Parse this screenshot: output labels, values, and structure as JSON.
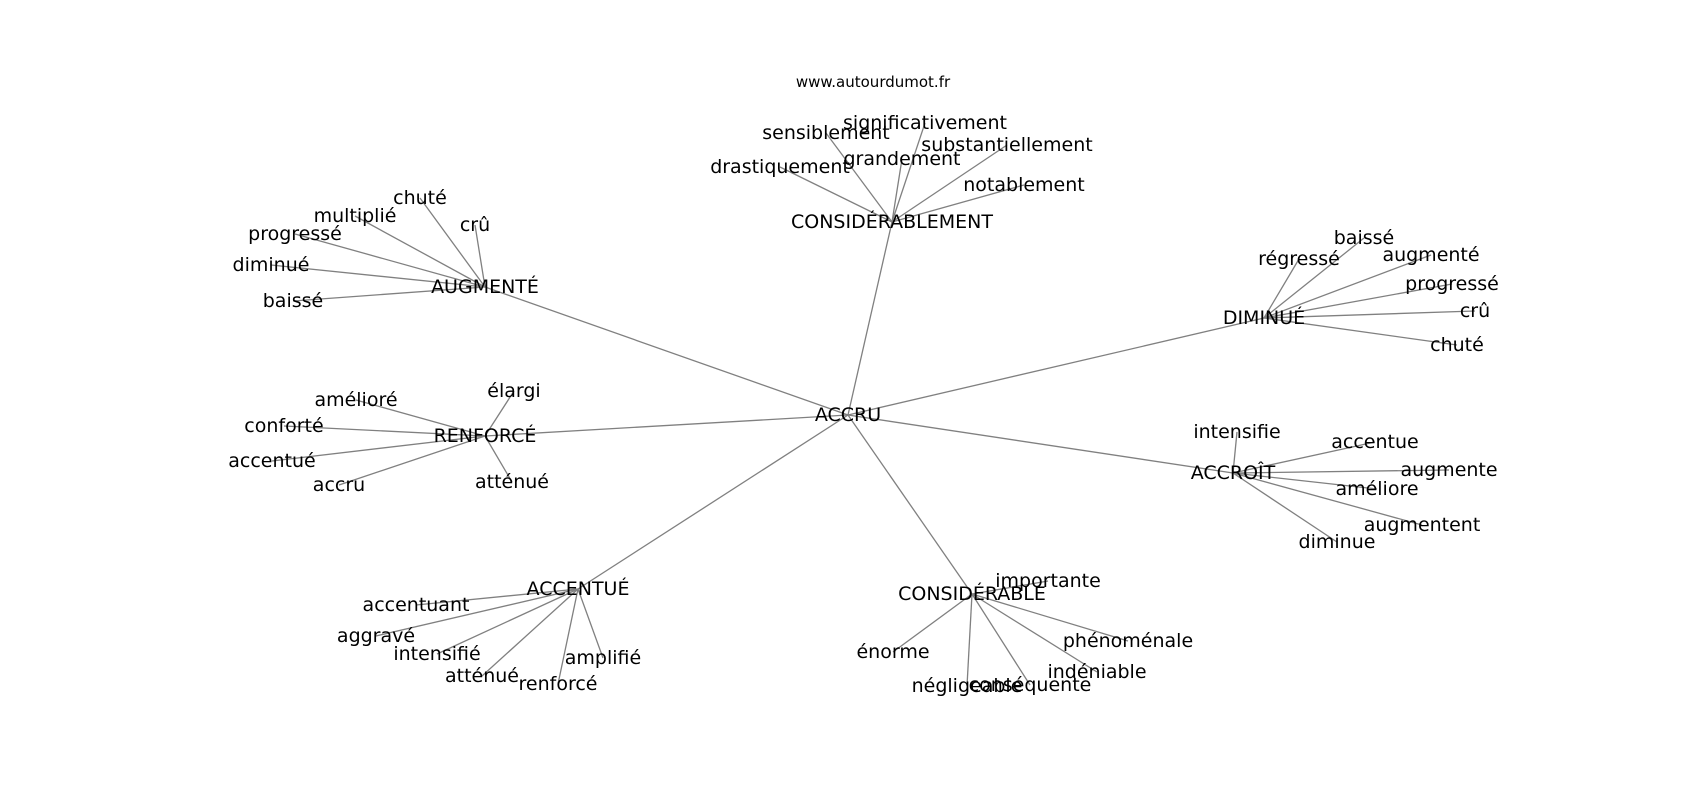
{
  "header": {
    "site": "www.autourdumot.fr"
  },
  "graph": {
    "center": "ACCRU",
    "hubs": [
      {
        "label": "CONSIDÉRABLEMENT",
        "leaves": [
          "sensiblement",
          "significativement",
          "substantiellement",
          "grandement",
          "drastiquement",
          "notablement"
        ]
      },
      {
        "label": "AUGMENTÉ",
        "leaves": [
          "chuté",
          "multiplié",
          "crû",
          "progressé",
          "diminué",
          "baissé"
        ]
      },
      {
        "label": "DIMINUÉ",
        "leaves": [
          "baissé",
          "régressé",
          "augmenté",
          "progressé",
          "crû",
          "chuté"
        ]
      },
      {
        "label": "RENFORCÉ",
        "leaves": [
          "élargi",
          "amélioré",
          "conforté",
          "accentué",
          "accru",
          "atténué"
        ]
      },
      {
        "label": "ACCROÎT",
        "leaves": [
          "intensifie",
          "accentue",
          "augmente",
          "améliore",
          "augmentent",
          "diminue"
        ]
      },
      {
        "label": "ACCENTUÉ",
        "leaves": [
          "accentuant",
          "aggravé",
          "intensifié",
          "amplifié",
          "atténué",
          "renforcé"
        ]
      },
      {
        "label": "CONSIDÉRABLE",
        "leaves": [
          "importante",
          "phénoménale",
          "énorme",
          "indéniable",
          "négligeable",
          "conséquente"
        ]
      }
    ]
  }
}
